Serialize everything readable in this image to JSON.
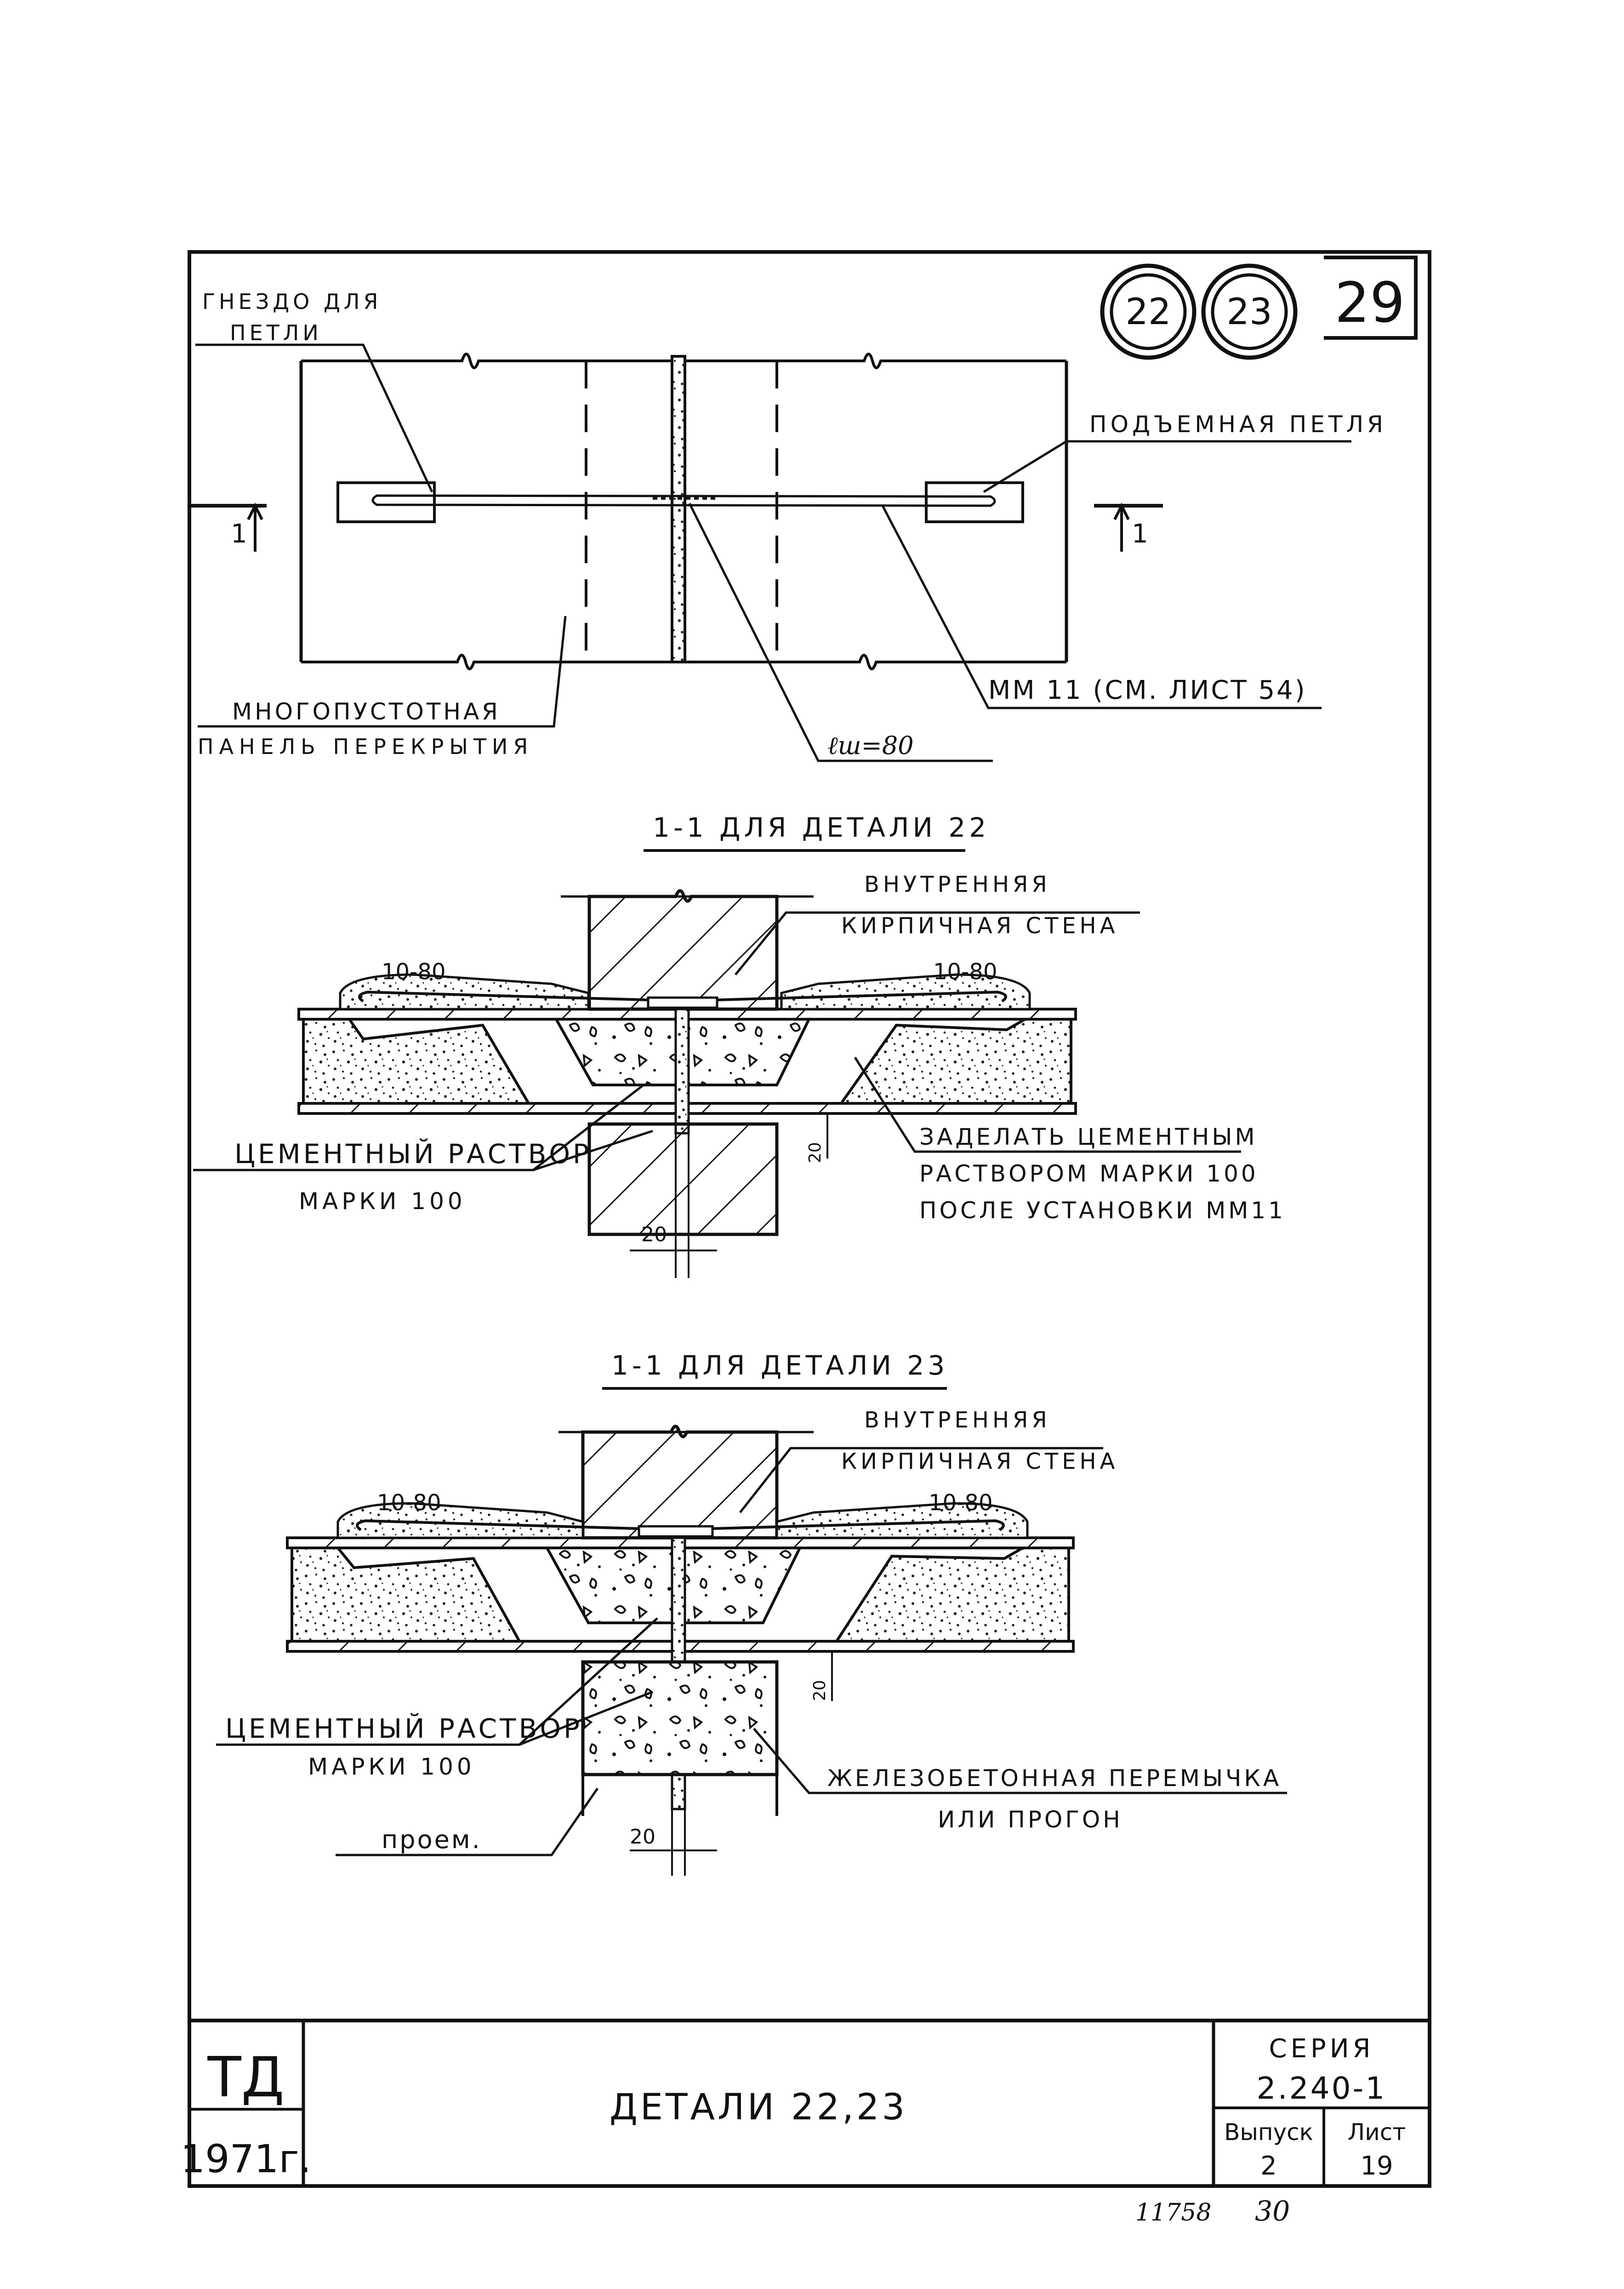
{
  "badges": {
    "detail_a": "22",
    "detail_b": "23",
    "page": "29"
  },
  "plan": {
    "socket_label_line1": "ГНЕЗДО ДЛЯ",
    "socket_label_line2": "ПЕТЛИ",
    "lifting_loop": "ПОДЪЕМНАЯ ПЕТЛЯ",
    "section_mark_left": "1",
    "section_mark_right": "1",
    "tie_label": "ММ 11 (СМ. ЛИСТ 54)",
    "weld_length": "ℓш=80",
    "panel_label_line1": "МНОГОПУСТОТНАЯ",
    "panel_label_line2": "ПАНЕЛЬ ПЕРЕКРЫТИЯ"
  },
  "section_22": {
    "title": "1-1  ДЛЯ  ДЕТАЛИ 22",
    "wall_line1": "ВНУТРЕННЯЯ",
    "wall_line2": "КИРПИЧНАЯ СТЕНА",
    "weld_left": "10-80",
    "weld_right": "10-80",
    "mortar_line1": "ЦЕМЕНТНЫЙ РАСТВОР",
    "mortar_line2": "МАРКИ 100",
    "seal_line1": "ЗАДЕЛАТЬ ЦЕМЕНТНЫМ",
    "seal_line2": "РАСТВОРОМ МАРКИ 100",
    "seal_line3": "ПОСЛЕ УСТАНОВКИ ММ11",
    "dim_gap": "20",
    "dim_bottom": "20"
  },
  "section_23": {
    "title": "1-1  ДЛЯ  ДЕТАЛИ 23",
    "wall_line1": "ВНУТРЕННЯЯ",
    "wall_line2": "КИРПИЧНАЯ СТЕНА",
    "weld_left": "10-80",
    "weld_right": "10-80",
    "mortar_line1": "ЦЕМЕНТНЫЙ РАСТВОР",
    "mortar_line2": "МАРКИ 100",
    "lintel_line1": "ЖЕЛЕЗОБЕТОННАЯ ПЕРЕМЫЧКА",
    "lintel_line2": "ИЛИ ПРОГОН",
    "opening": "проем.",
    "dim_gap": "20",
    "dim_bottom": "20"
  },
  "title_block": {
    "org": "ТД",
    "year": "1971г.",
    "title": "ДЕТАЛИ 22,23",
    "series_label": "СЕРИЯ",
    "series_value": "2.240-1",
    "issue_label": "Выпуск",
    "issue_value": "2",
    "sheet_label": "Лист",
    "sheet_value": "19"
  },
  "footer": {
    "archive_no": "11758",
    "page_no": "30"
  }
}
